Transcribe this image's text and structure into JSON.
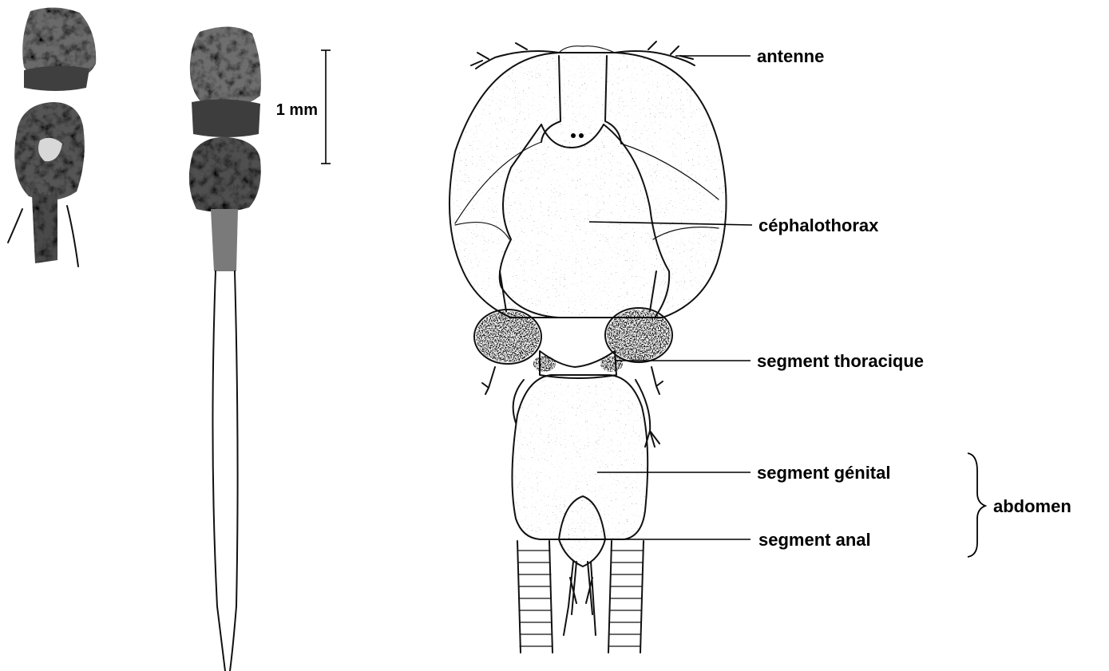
{
  "scale_bar": {
    "label": "1 mm"
  },
  "labels": {
    "antenne": "antenne",
    "cephalothorax": "céphalothorax",
    "segment_thoracique": "segment thoracique",
    "segment_genital": "segment génital",
    "segment_anal": "segment anal",
    "abdomen": "abdomen"
  }
}
